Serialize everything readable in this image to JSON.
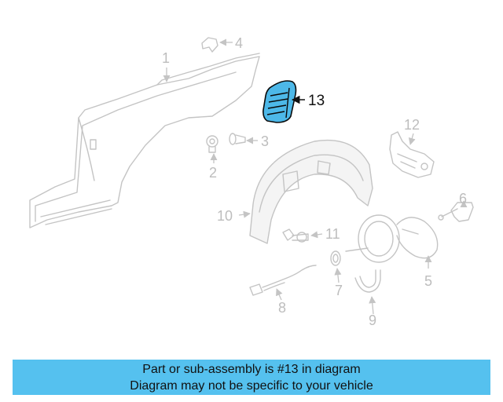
{
  "diagram": {
    "callouts": [
      "1",
      "2",
      "3",
      "4",
      "5",
      "6",
      "7",
      "8",
      "9",
      "10",
      "11",
      "12",
      "13"
    ],
    "highlighted": "13",
    "highlight_color": "#4db8e8"
  },
  "banner": {
    "line1": "Part or sub-assembly is #13 in diagram",
    "line2": "Diagram may not be specific to your vehicle",
    "color": "#55c1ef"
  }
}
